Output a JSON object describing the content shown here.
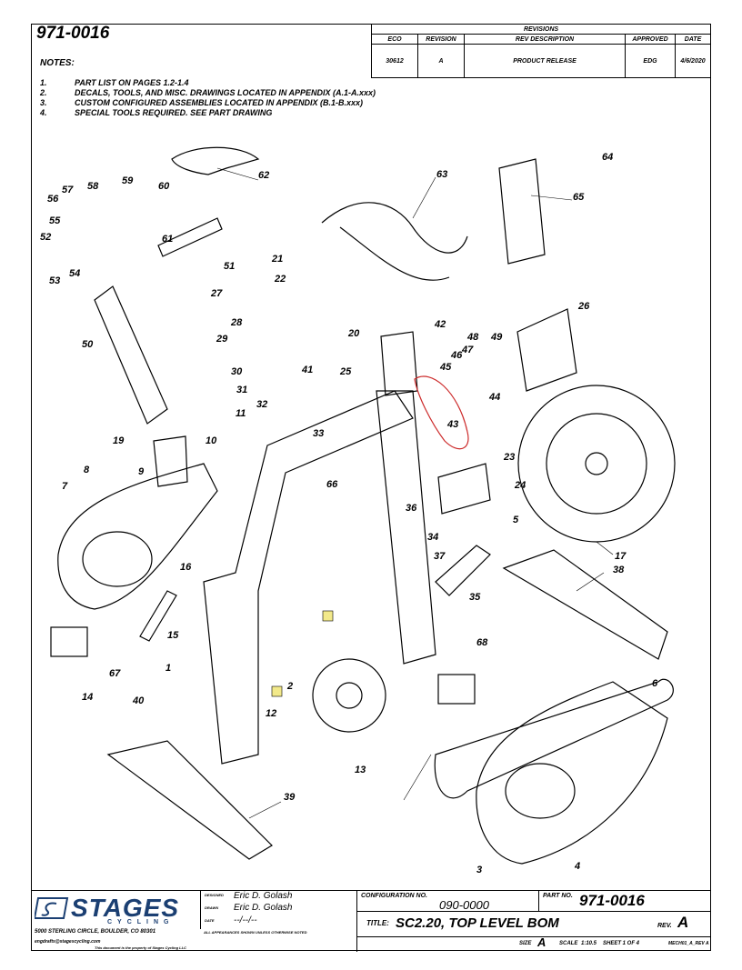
{
  "document": {
    "number": "971-0016",
    "notes_title": "NOTES:",
    "notes": [
      {
        "num": "1.",
        "text": "PART LIST ON PAGES 1.2-1.4"
      },
      {
        "num": "2.",
        "text": "DECALS, TOOLS, AND MISC. DRAWINGS LOCATED IN APPENDIX (A.1-A.xxx)"
      },
      {
        "num": "3.",
        "text": "CUSTOM CONFIGURED ASSEMBLIES LOCATED IN APPENDIX (B.1-B.xxx)"
      },
      {
        "num": "4.",
        "text": "SPECIAL TOOLS REQUIRED. SEE PART DRAWING"
      }
    ]
  },
  "revisions": {
    "title": "REVISIONS",
    "headers": [
      "ECO",
      "REVISION",
      "REV DESCRIPTION",
      "APPROVED",
      "DATE"
    ],
    "rows": [
      [
        "30612",
        "A",
        "PRODUCT RELEASE",
        "EDG",
        "4/6/2020"
      ]
    ]
  },
  "callouts": [
    "1",
    "2",
    "3",
    "4",
    "5",
    "6",
    "7",
    "8",
    "9",
    "10",
    "11",
    "12",
    "13",
    "14",
    "15",
    "16",
    "17",
    "19",
    "20",
    "21",
    "22",
    "23",
    "24",
    "25",
    "26",
    "27",
    "28",
    "29",
    "30",
    "31",
    "32",
    "33",
    "34",
    "35",
    "36",
    "37",
    "38",
    "39",
    "40",
    "41",
    "42",
    "43",
    "44",
    "45",
    "46",
    "47",
    "48",
    "49",
    "50",
    "51",
    "52",
    "53",
    "54",
    "55",
    "56",
    "57",
    "58",
    "59",
    "60",
    "61",
    "62",
    "63",
    "64",
    "65",
    "66",
    "67",
    "68"
  ],
  "title_block": {
    "company": "STAGES",
    "company_sub": "CYCLING",
    "address": "5000 STERLING CIRCLE, BOULDER, CO 80301",
    "contact": "engdrafts@stagescycling.com",
    "proprietary_note": "This document is the property of Stages Cycling LLC",
    "designed_label": "DESIGNED",
    "designed_by": "Eric D. Golash",
    "drawn_label": "DRAWN",
    "drawn_by": "Eric D. Golash",
    "date_label": "DATE",
    "date_value": "--/--/--",
    "tolerance_note": "ALL APPEARANCES SHOWN UNLESS OTHERWISE NOTED",
    "config_label": "CONFIGURATION NO.",
    "config_value": "090-0000",
    "part_label": "PART NO.",
    "part_value": "971-0016",
    "title_label": "TITLE:",
    "title_value": "SC2.20, TOP LEVEL BOM",
    "rev_label": "REV.",
    "rev_value": "A",
    "size_label": "SIZE",
    "size_value": "A",
    "scale_label": "SCALE",
    "scale_value": "1:10.5",
    "sheet_value": "SHEET 1 OF 4",
    "file_id": "MECH01_A_REV A"
  },
  "colors": {
    "highlight": "#cc2a2a",
    "logo": "#1b3f72",
    "special_tool_tag": "#f2e98a"
  }
}
